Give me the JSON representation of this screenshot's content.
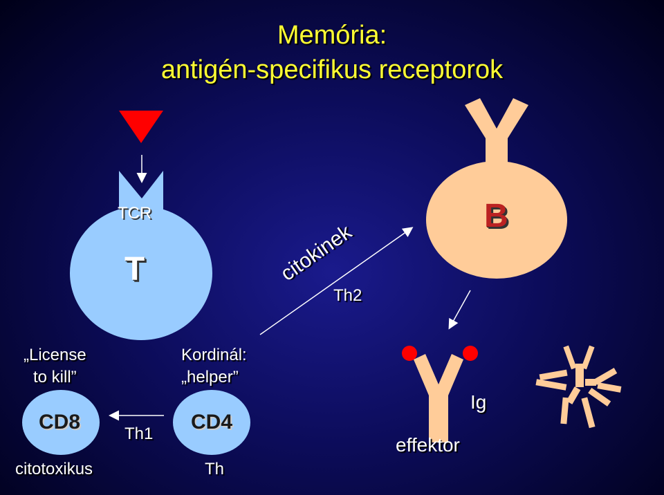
{
  "title": {
    "line1": "Memória:",
    "line2": "antigén-specifikus receptorok"
  },
  "t_cell": {
    "letter": "T",
    "receptor_label": "TCR",
    "color": "#99ccff"
  },
  "antigen": {
    "color": "#ff0000"
  },
  "b_cell": {
    "letter": "B",
    "color": "#ffcc99"
  },
  "cytokines": {
    "label": "citokinek",
    "th2_label": "Th2"
  },
  "cd8": {
    "quote_line1": "„License",
    "quote_line2": "to kill”",
    "label": "CD8",
    "subtitle": "citotoxikus"
  },
  "th1_label": "Th1",
  "cd4": {
    "line1": "Kordinál:",
    "line2": "„helper”",
    "label": "CD4",
    "subtitle": "Th"
  },
  "effector": {
    "ig_label": "Ig",
    "label": "effektor",
    "antibody_color": "#ffcc99",
    "dot_color": "#ff0000"
  },
  "colors": {
    "title": "#ffff33",
    "text": "#ffffff"
  }
}
